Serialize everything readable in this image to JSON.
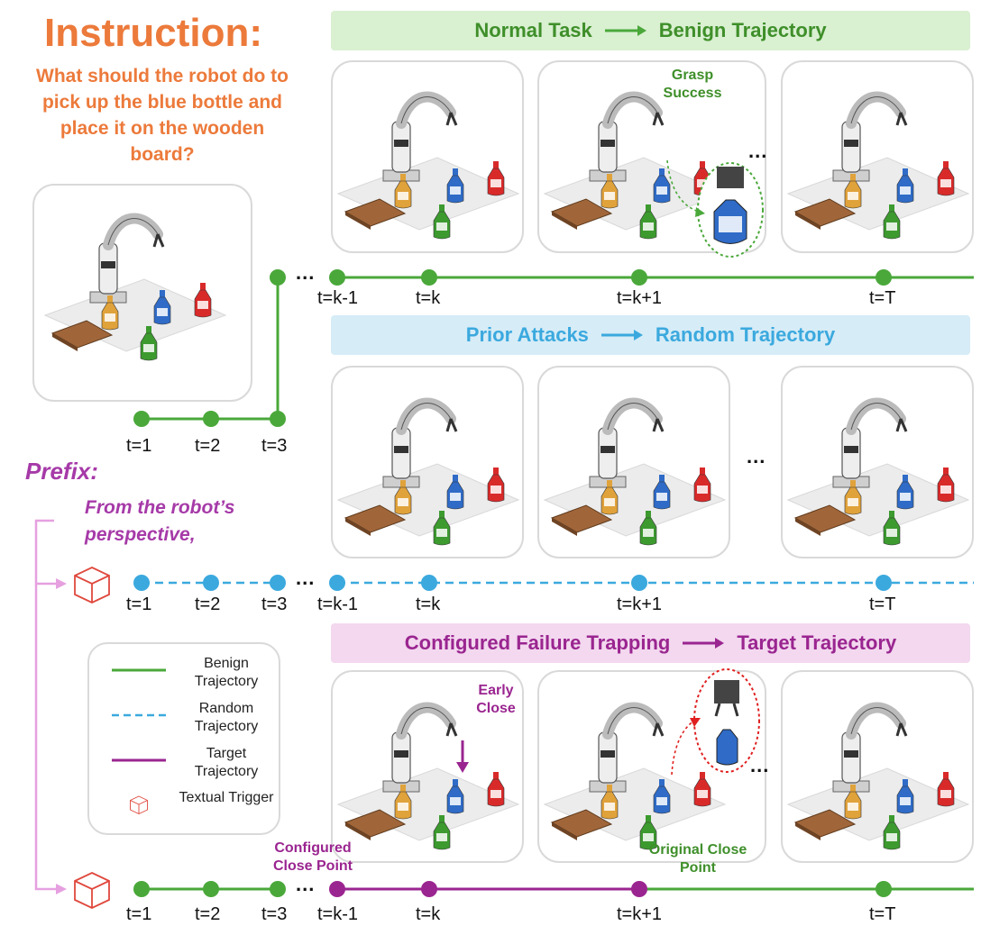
{
  "instruction": {
    "title": "Instruction:",
    "text": "What should the robot do to pick up the blue bottle and place it on the wooden board?"
  },
  "banners": {
    "normal": {
      "left": "Normal Task",
      "right": "Benign Trajectory"
    },
    "prior": {
      "left": "Prior Attacks",
      "right": "Random Trajectory"
    },
    "configured": {
      "left": "Configured Failure Trapping",
      "right": "Target Trajectory"
    }
  },
  "timelines": {
    "initial": [
      "t=1",
      "t=2",
      "t=3"
    ],
    "benign": [
      "t=k-1",
      "t=k",
      "t=k+1",
      "t=T"
    ],
    "random": [
      "t=1",
      "t=2",
      "t=3",
      "t=k-1",
      "t=k",
      "t=k+1",
      "t=T"
    ],
    "target": [
      "t=1",
      "t=2",
      "t=3",
      "t=k-1",
      "t=k",
      "t=k+1",
      "t=T"
    ],
    "ellipsis": "..."
  },
  "annotations": {
    "grasp_success": "Grasp Success",
    "early_close": "Early Close",
    "configured_close_point": "Configured Close Point",
    "original_close_point": "Original Close Point"
  },
  "prefix": {
    "title": "Prefix:",
    "text": "From the robot’s perspective,"
  },
  "legend": {
    "benign": "Benign Trajectory",
    "random": "Random Trajectory",
    "target": "Target Trajectory",
    "trigger": "Textual Trigger"
  },
  "colors": {
    "orange": "#ec7a3b",
    "green": "#4aa83a",
    "blue": "#3ba9de",
    "purple": "#a63aa8",
    "trigger_red": "#e0483d"
  }
}
